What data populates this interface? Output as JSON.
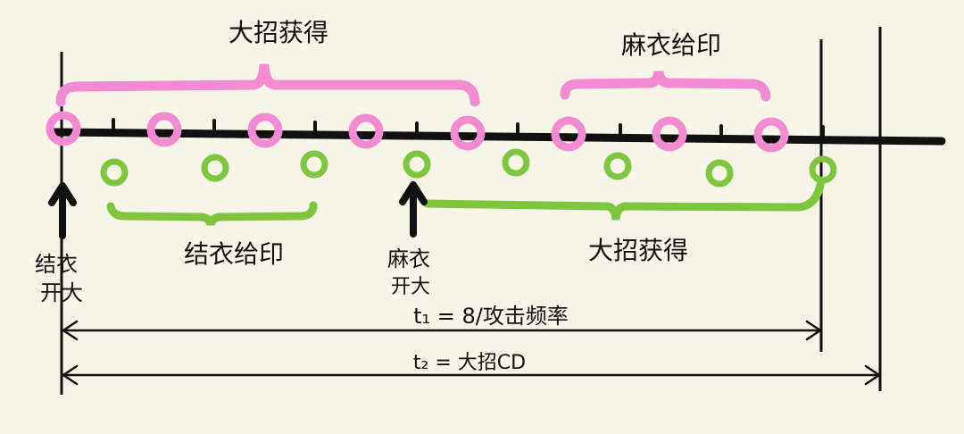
{
  "colors": {
    "background": "#f7f4e8",
    "pink": "#f38bd3",
    "green": "#7dc63e",
    "black": "#111111"
  },
  "icons": {
    "start_arrow": "up-arrow-icon"
  },
  "labels": {
    "pink_bracket_top_left": "大招获得",
    "pink_bracket_top_right": "麻衣给印",
    "green_bracket_bottom_left": "结衣给印",
    "green_bracket_bottom_right": "大招获得",
    "arrow_jieyi_line1": "结衣",
    "arrow_jieyi_line2": "开大",
    "arrow_mayi_line1": "麻衣",
    "arrow_mayi_line2": "开大",
    "t1": "t₁ = 8/攻击频率",
    "t2": "t₂ = 大招CD"
  }
}
